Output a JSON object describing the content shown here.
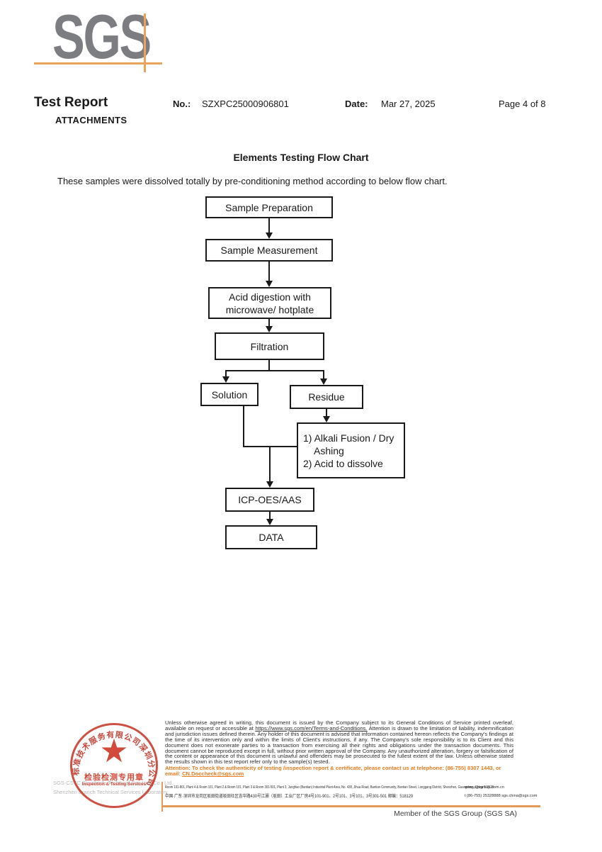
{
  "logo": {
    "text": "SGS",
    "accent_color": "#e9a45b",
    "gray_color": "#7b7d80"
  },
  "header": {
    "title": "Test Report",
    "no_label": "No.:",
    "no_value": "SZXPC25000906801",
    "date_label": "Date:",
    "date_value": "Mar 27, 2025",
    "page_label": "Page 4 of 8",
    "attachments": "ATTACHMENTS"
  },
  "content": {
    "chart_title": "Elements Testing Flow Chart",
    "intro": "These samples were dissolved totally by pre-conditioning method according to below flow chart."
  },
  "flowchart": {
    "nodes": {
      "sample_preparation": "Sample Preparation",
      "sample_measurement": "Sample Measurement",
      "acid_digestion_line1": "Acid digestion with",
      "acid_digestion_line2": "microwave/ hotplate",
      "filtration": "Filtration",
      "solution": "Solution",
      "residue": "Residue",
      "alkali_line1": "1) Alkali Fusion / Dry",
      "alkali_line2": "Ashing",
      "alkali_line3": "2) Acid to dissolve",
      "icp": "ICP-OES/AAS",
      "data": "DATA"
    },
    "edges": [
      "Sample Preparation -> Sample Measurement",
      "Sample Measurement -> Acid digestion with microwave/ hotplate",
      "Acid digestion with microwave/ hotplate -> Filtration",
      "Filtration -> Solution",
      "Filtration -> Residue",
      "Residue -> 1) Alkali Fusion / Dry Ashing 2) Acid to dissolve",
      "Solution -> ICP-OES/AAS",
      "1) Alkali Fusion / Dry Ashing 2) Acid to dissolve -> ICP-OES/AAS",
      "ICP-OES/AAS -> DATA"
    ]
  },
  "footer": {
    "legal_part1": "Unless otherwise agreed in writing, this document is issued by the Company subject to its General Conditions of Service printed overleaf, available on request or accessible at ",
    "legal_link": "https://www.sgs.com/en/Terms-and-Conditions.",
    "legal_part2": " Attention is drawn to the limitation of liability, indemnification and jurisdiction issues defined therein. Any holder of this document is advised that information contained hereon reflects the Company's findings at the time of its intervention only and within the limits of Client's instructions, if any. The Company's sole responsibility is to its Client and this document does not exonerate parties to a transaction from exercising all their rights and obligations under the transaction documents. This document cannot be reproduced except in full, without prior written approval of the Company. Any unauthorized alteration, forgery or falsification of the content or appearance of this document is unlawful and offenders may be prosecuted to the fullest extent of the law. Unless otherwise stated the results shown in this test report refer only to the sample(s) tested.",
    "attention_part1": "Attention: To check the authenticity of testing /inspection report & certificate, please contact us at telephone: (86-755) 8307 1443, or email: ",
    "attention_email": "CN.Doccheck@sgs.com",
    "address_en": "Room 101-801, Plant 4 & Room 101, Plant 2 & Room 101, Plant 3 & Room 301-501, Plant 3, Junghao (Bantian) Industrial Plant Area, No. 438, Jihua Road, Bantian Community, Bantian Street, Longgang District, Shenzhen, Guangdong, China 518129",
    "address_cn": "中国·广东·深圳市龙岗区坂田街道坂田社区吉华路430号江灏（坂田）工业厂区厂房4号101-901、2号101、3号101、3号301-501 邮编：518129",
    "contact_web": "www.sgsgroup.com.cn",
    "contact_tel_email": "t (86-755) 25328888   sgs.china@sgs.com",
    "member": "Member of the SGS Group (SGS SA)",
    "stamp": {
      "arc_text": "标准技术服务有限公司深圳分公司",
      "line1": "检验检测专用章",
      "line2": "Inspection & Testing Services",
      "red_color": "#cf3b2a"
    },
    "company_line1": "SGS-CSTC Standards Technical Services Co., Ltd.",
    "company_line2": "Shenzhen Branch Technical Services Laboratory"
  }
}
